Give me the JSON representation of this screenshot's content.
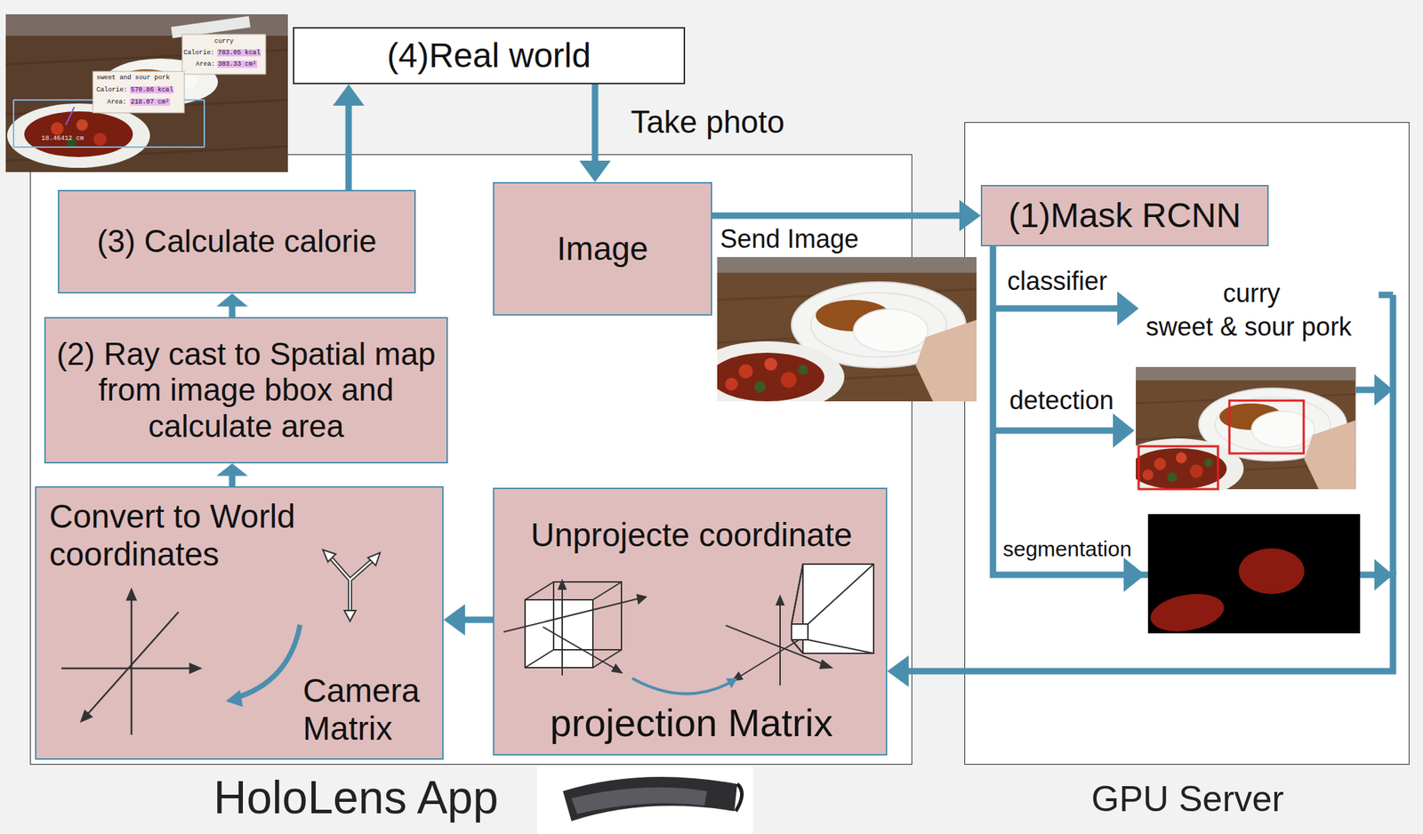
{
  "diagram": {
    "nodes": [
      {
        "text": [
          "(4)Real world"
        ]
      },
      {
        "text": [
          "HoloLens App"
        ]
      },
      {
        "text": [
          "(3) Calculate calorie"
        ],
        "in": 1
      },
      {
        "text": [
          "Image"
        ],
        "in": 1
      },
      {
        "text": [
          "(2) Ray cast to Spatial map from image bbox and calculate area"
        ],
        "in": 1
      },
      {
        "text": [
          "Convert to World coordinates",
          "Camera Matrix"
        ],
        "in": 1
      },
      {
        "text": [
          "Unprojecte coordinate",
          "projection Matrix"
        ],
        "in": 1
      },
      {
        "text": [
          "GPU Server"
        ]
      },
      {
        "text": [
          "(1)Mask RCNN"
        ],
        "in": 7
      }
    ],
    "edges": [
      {
        "from": 0,
        "to": 3,
        "arrow": "to",
        "label": "Take photo"
      },
      {
        "from": 3,
        "to": 8,
        "arrow": "to",
        "label": "Send Image"
      },
      {
        "from": 8,
        "to": 6,
        "arrow": "to"
      },
      {
        "from": 6,
        "to": 5,
        "arrow": "to"
      },
      {
        "from": 5,
        "to": 4,
        "arrow": "to"
      },
      {
        "from": 4,
        "to": 2,
        "arrow": "to"
      },
      {
        "from": 2,
        "to": 0,
        "arrow": "to"
      }
    ],
    "labels": [
      "curry",
      "Calorie:",
      "783.05 kcal",
      "Area:",
      "303.33 cm²",
      "sweet and sour pork",
      "Calorie:",
      "570.86 kcal",
      "Area:",
      "218.07 cm²",
      "18.46412 cm",
      "classifier",
      "curry",
      "sweet & sour pork",
      "detection",
      "segmentation"
    ]
  }
}
